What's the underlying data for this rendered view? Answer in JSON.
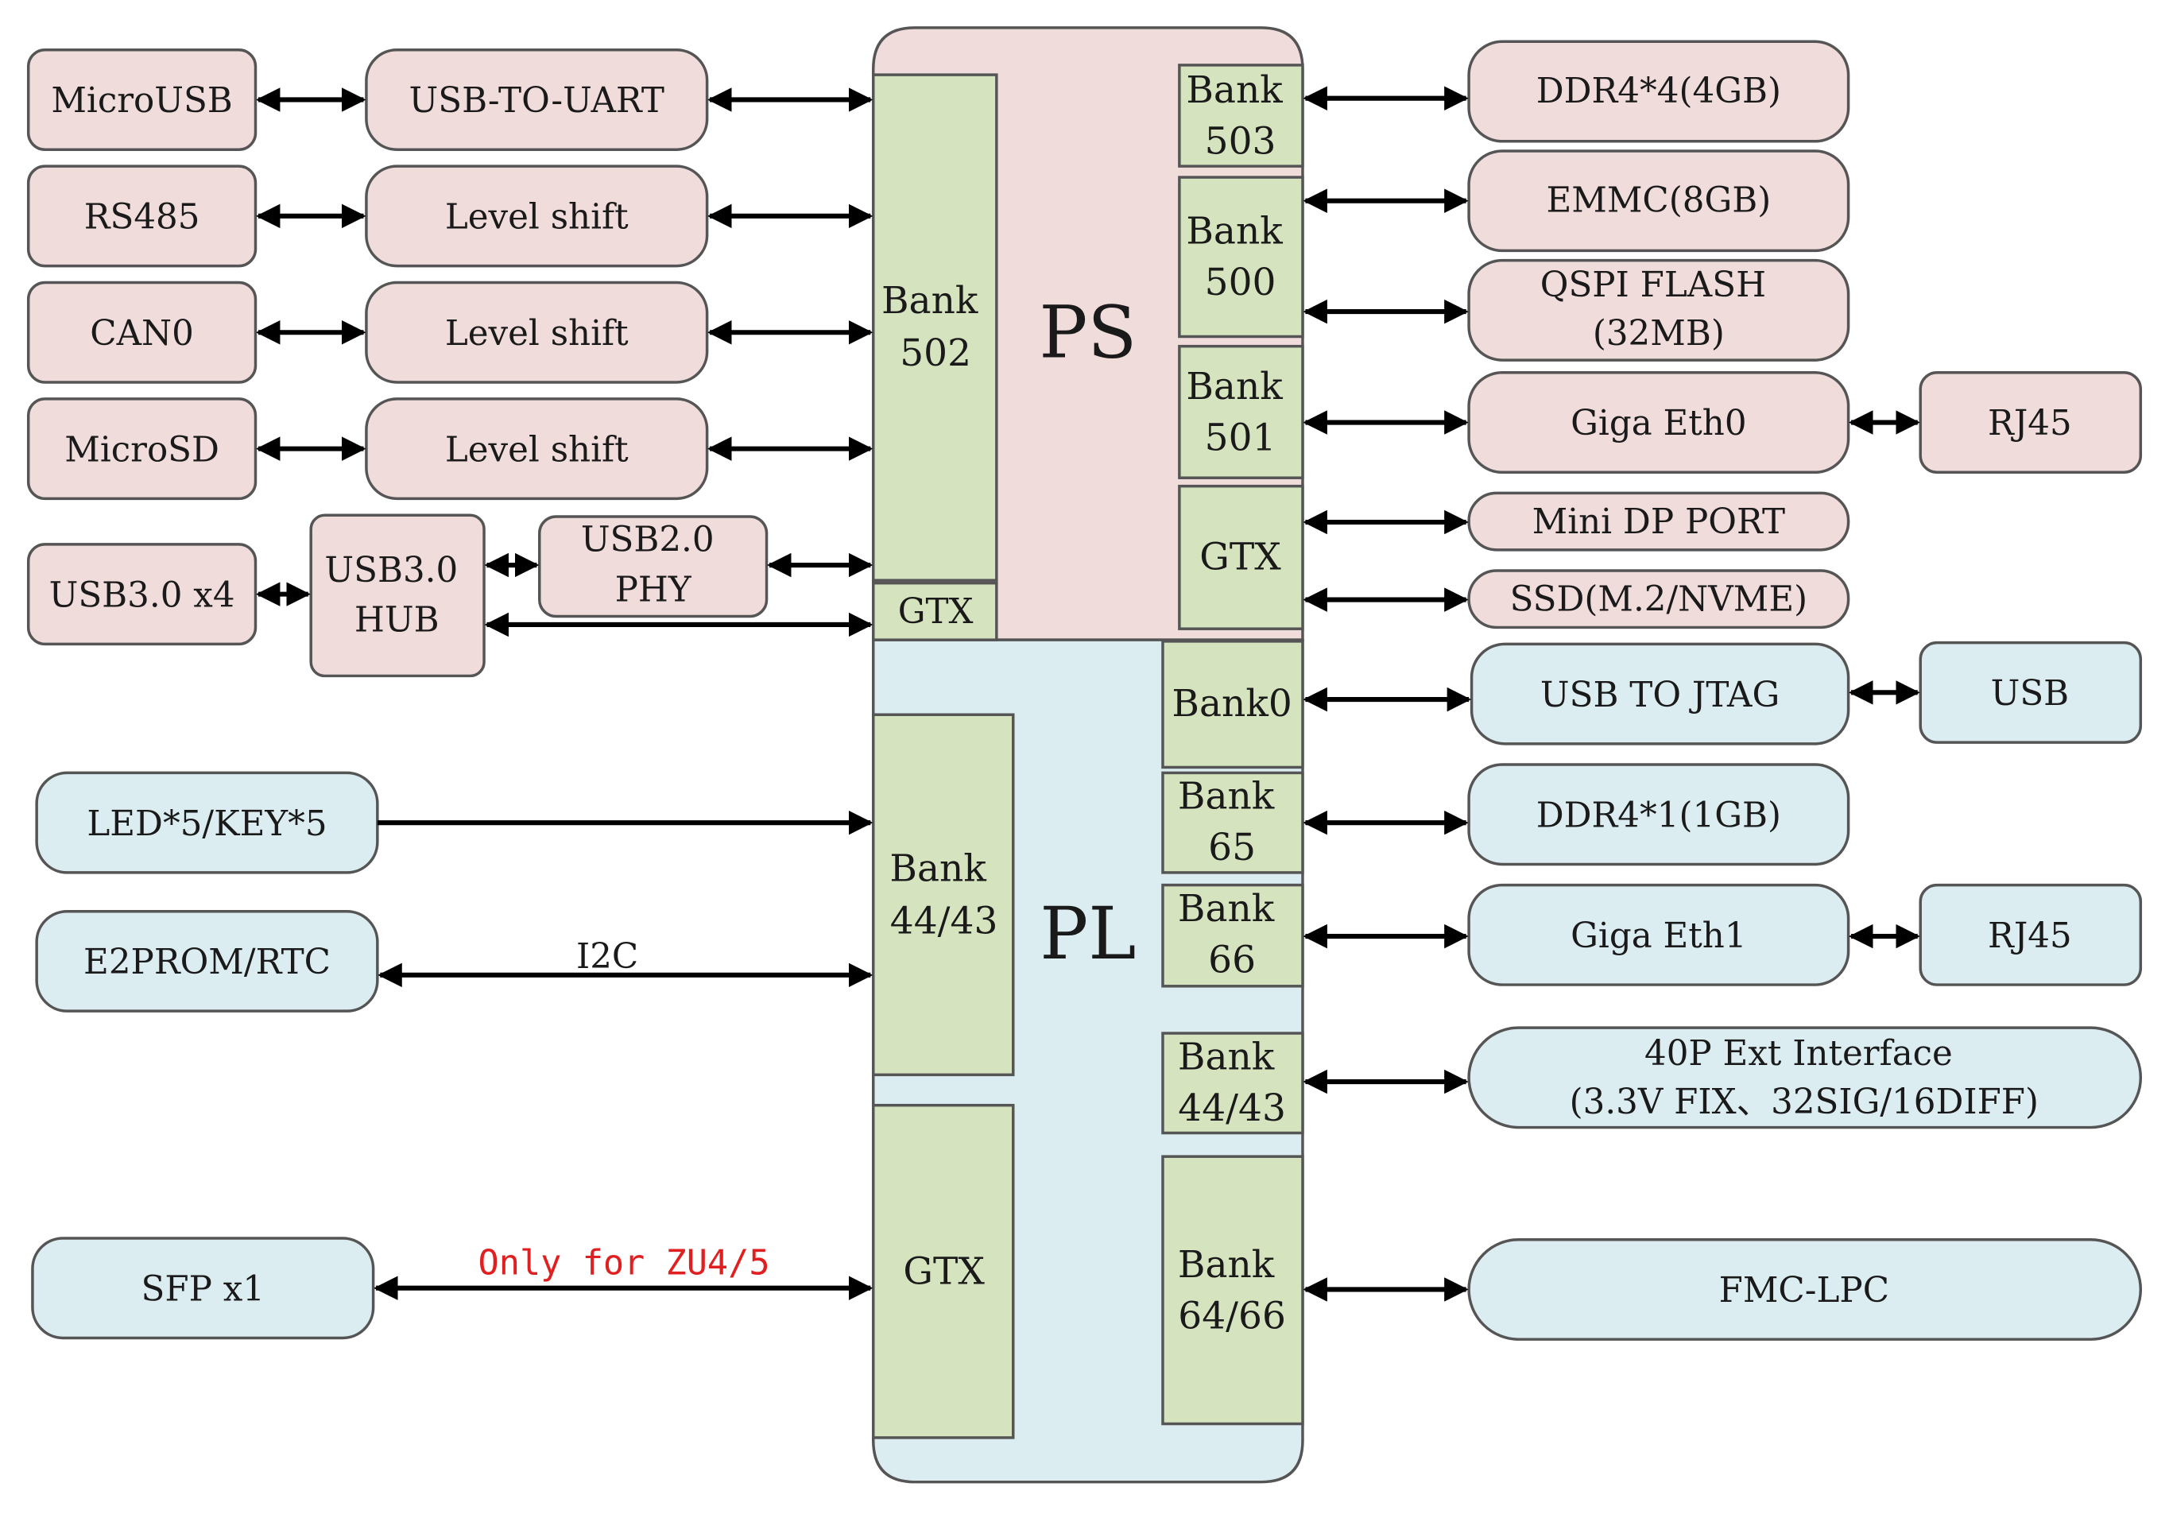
{
  "colors": {
    "ps": "#f0dcdb",
    "pl": "#dcedf2",
    "bank": "#d6e3bf",
    "note": "#e02020"
  },
  "chip": {
    "ps_label": "PS",
    "pl_label": "PL"
  },
  "ps_banks": {
    "b502": [
      "Bank",
      "502"
    ],
    "gtx_left": "GTX",
    "b503": [
      "Bank",
      "503"
    ],
    "b500": [
      "Bank",
      "500"
    ],
    "b501": [
      "Bank",
      "501"
    ],
    "gtx_right": "GTX"
  },
  "pl_banks": {
    "b4443_left": [
      "Bank",
      "44/43"
    ],
    "gtx_left": "GTX",
    "bank0": "Bank0",
    "b65": [
      "Bank",
      "65"
    ],
    "b66": [
      "Bank",
      "66"
    ],
    "b4443_right": [
      "Bank",
      "44/43"
    ],
    "b6466": [
      "Bank",
      "64/66"
    ]
  },
  "left_ps": {
    "microusb": "MicroUSB",
    "usb_to_uart": "USB-TO-UART",
    "rs485": "RS485",
    "level_shift_1": "Level shift",
    "can0": "CAN0",
    "level_shift_2": "Level shift",
    "microsd": "MicroSD",
    "level_shift_3": "Level shift",
    "usb3_x4": "USB3.0 x4",
    "usb3_hub": [
      "USB3.0",
      "HUB"
    ],
    "usb2_phy": [
      "USB2.0",
      "PHY"
    ]
  },
  "left_pl": {
    "led_key": "LED*5/KEY*5",
    "e2prom_rtc": "E2PROM/RTC",
    "i2c_label": "I2C",
    "sfp": "SFP x1",
    "sfp_note": "Only for ZU4/5"
  },
  "right_ps": {
    "ddr4_4": "DDR4*4(4GB)",
    "emmc": "EMMC(8GB)",
    "qspi": [
      "QSPI FLASH",
      "(32MB)"
    ],
    "giga_eth0": "Giga Eth0",
    "rj45_0": "RJ45",
    "mini_dp": "Mini DP PORT",
    "ssd": "SSD(M.2/NVME)"
  },
  "right_pl": {
    "usb_jtag": "USB TO JTAG",
    "usb": "USB",
    "ddr4_1": "DDR4*1(1GB)",
    "giga_eth1": "Giga Eth1",
    "rj45_1": "RJ45",
    "ext_40p": [
      "40P Ext Interface",
      "(3.3V FIX、32SIG/16DIFF)"
    ],
    "fmc": "FMC-LPC"
  }
}
